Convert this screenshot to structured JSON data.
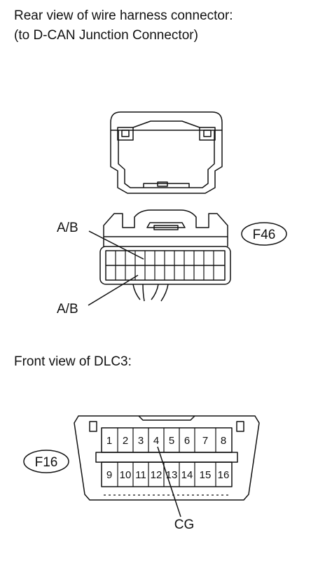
{
  "captions": {
    "rear_view_line1": "Rear view of wire harness connector:",
    "rear_view_line2": "(to D-CAN Junction Connector)",
    "front_view": "Front view of DLC3:"
  },
  "connector_f46": {
    "id": "F46",
    "label_top": "A/B",
    "label_bottom": "A/B"
  },
  "connector_f16": {
    "id": "F16",
    "pins_top": [
      "1",
      "2",
      "3",
      "4",
      "5",
      "6",
      "7",
      "8"
    ],
    "pins_bottom": [
      "9",
      "10",
      "11",
      "12",
      "13",
      "14",
      "15",
      "16"
    ],
    "callout": "CG"
  }
}
